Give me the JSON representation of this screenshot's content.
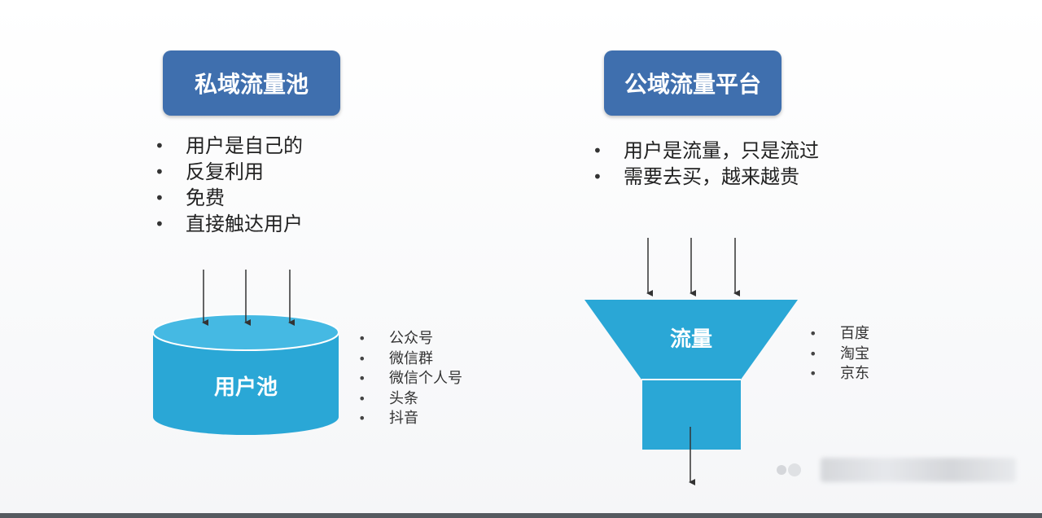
{
  "left": {
    "title": "私域流量池",
    "bullets": [
      "用户是自己的",
      "反复利用",
      "免费",
      "直接触达用户"
    ],
    "shape_label": "用户池",
    "channels": [
      "公众号",
      "微信群",
      "微信个人号",
      "头条",
      "抖音"
    ]
  },
  "right": {
    "title": "公域流量平台",
    "bullets": [
      "用户是流量，只是流过",
      "需要去买，越来越贵"
    ],
    "shape_label": "流量",
    "channels": [
      "百度",
      "淘宝",
      "京东"
    ]
  },
  "colors": {
    "header": "#3f6fae",
    "shape_fill": "#2aa7d6",
    "shape_top": "#45b9e3",
    "arrow": "#333333"
  },
  "bullet_glyph": "•"
}
